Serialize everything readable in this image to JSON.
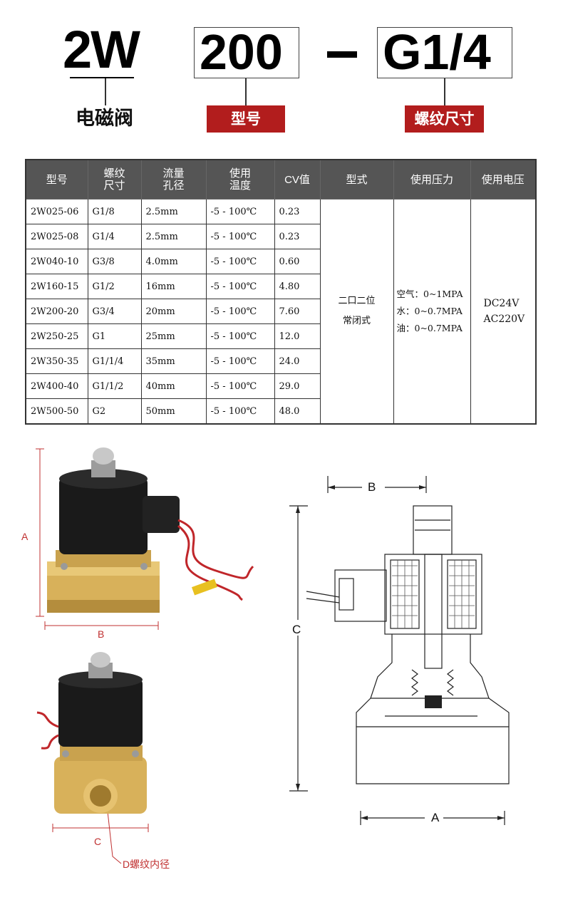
{
  "header": {
    "code_series": "2W",
    "code_size": "200",
    "code_separator": "–",
    "code_thread": "G1/4",
    "label_series": "电磁阀",
    "label_model": "型号",
    "label_thread": "螺纹尺寸"
  },
  "table": {
    "headers": [
      "型号",
      "螺纹\n尺寸",
      "流量\n孔径",
      "使用\n温度",
      "CV值",
      "型式",
      "使用压力",
      "使用电压"
    ],
    "rows": [
      [
        "2W025-06",
        "G1/8",
        "2.5mm",
        "-5 - 100℃",
        "0.23"
      ],
      [
        "2W025-08",
        "G1/4",
        "2.5mm",
        "-5 - 100℃",
        "0.23"
      ],
      [
        "2W040-10",
        "G3/8",
        "4.0mm",
        "-5 - 100℃",
        "0.60"
      ],
      [
        "2W160-15",
        "G1/2",
        "16mm",
        "-5 - 100℃",
        "4.80"
      ],
      [
        "2W200-20",
        "G3/4",
        "20mm",
        "-5 - 100℃",
        "7.60"
      ],
      [
        "2W250-25",
        "G1",
        "25mm",
        "-5 - 100℃",
        "12.0"
      ],
      [
        "2W350-35",
        "G1/1/4",
        "35mm",
        "-5 - 100℃",
        "24.0"
      ],
      [
        "2W400-40",
        "G1/1/2",
        "40mm",
        "-5 - 100℃",
        "29.0"
      ],
      [
        "2W500-50",
        "G2",
        "50mm",
        "-5 - 100℃",
        "48.0"
      ]
    ],
    "type_line1": "二口二位",
    "type_line2": "常闭式",
    "pressure_air": "空气：0~1MPA",
    "pressure_water": "水：0~0.7MPA",
    "pressure_oil": "油：0~0.7MPA",
    "voltage_dc": "DC24V",
    "voltage_ac": "AC220V"
  },
  "drawings": {
    "photo1_dim_height": "A",
    "photo1_dim_width": "B",
    "photo2_dim_width": "C",
    "photo2_dim_thread": "D螺纹内径",
    "section_dim_top": "B",
    "section_dim_side": "C",
    "section_dim_bottom": "A"
  },
  "colors": {
    "accent_red": "#b21d1d",
    "table_header": "#555555",
    "brass": "#d8b15a",
    "coil_black": "#1a1a1a"
  }
}
